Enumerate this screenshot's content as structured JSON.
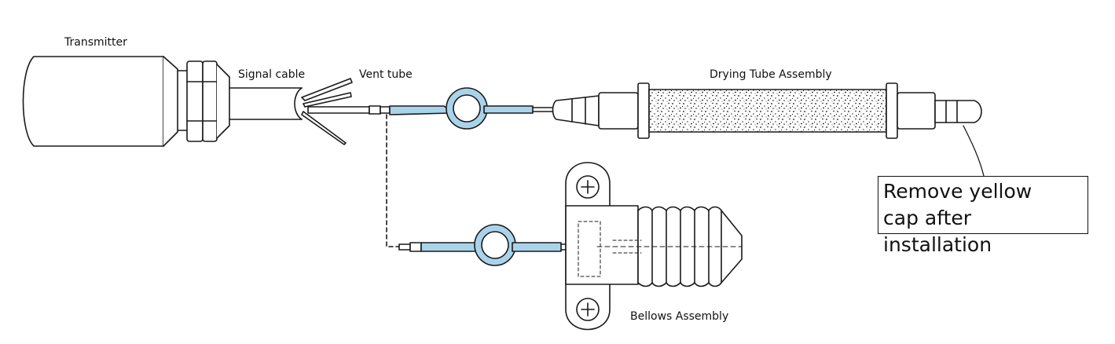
{
  "labels": {
    "transmitter": "Transmitter",
    "signal_cable": "Signal cable",
    "vent_tube": "Vent tube",
    "drying_tube_assembly": "Drying Tube Assembly",
    "bellows_assembly": "Bellows Assembly"
  },
  "callout": {
    "line1": "Remove yellow",
    "line2": "cap after installation"
  },
  "colors": {
    "vent_tube_fill": "#a9d3ea",
    "outline": "#1a1a1a"
  }
}
